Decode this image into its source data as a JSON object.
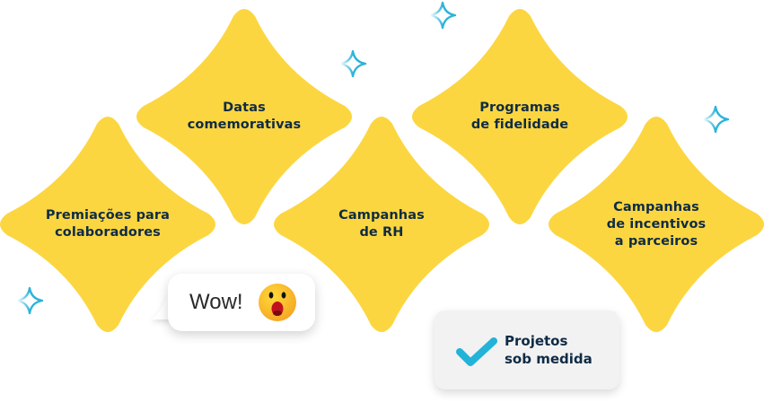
{
  "colors": {
    "star_fill": "#fcd640",
    "text_dark": "#0f2b45",
    "sparkle": "#2bb3d9",
    "check": "#22b3d8",
    "card_bg": "#f2f2f2"
  },
  "stars": [
    {
      "label": "Premiações para\ncolaboradores"
    },
    {
      "label": "Datas\ncomemorativas"
    },
    {
      "label": "Campanhas\nde RH"
    },
    {
      "label": "Programas\nde fidelidade"
    },
    {
      "label": "Campanhas\nde incentivos\na parceiros"
    }
  ],
  "bubble": {
    "text": "Wow!",
    "emoji": "astonished-face-icon"
  },
  "card": {
    "text": "Projetos\nsob medida",
    "icon": "checkmark-icon"
  }
}
